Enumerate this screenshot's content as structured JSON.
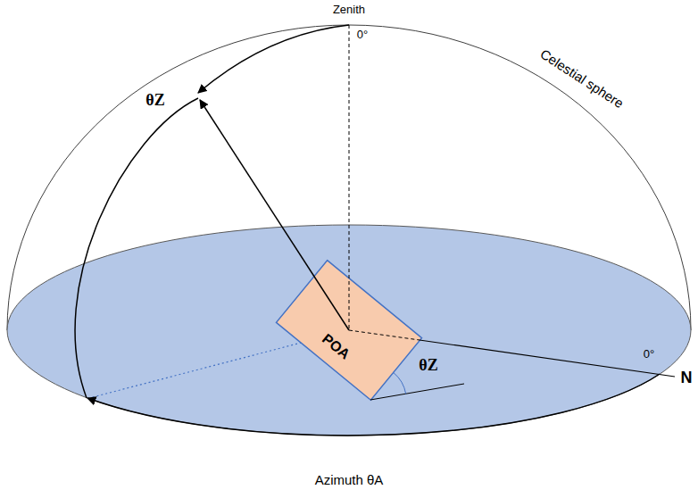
{
  "diagram": {
    "nodes": [
      {
        "text": [
          "POA"
        ]
      }
    ],
    "labels": [
      "Zenith",
      "0°",
      "Celestial sphere",
      "θZ",
      "0°",
      "N",
      "θZ",
      "Azimuth θA"
    ]
  }
}
